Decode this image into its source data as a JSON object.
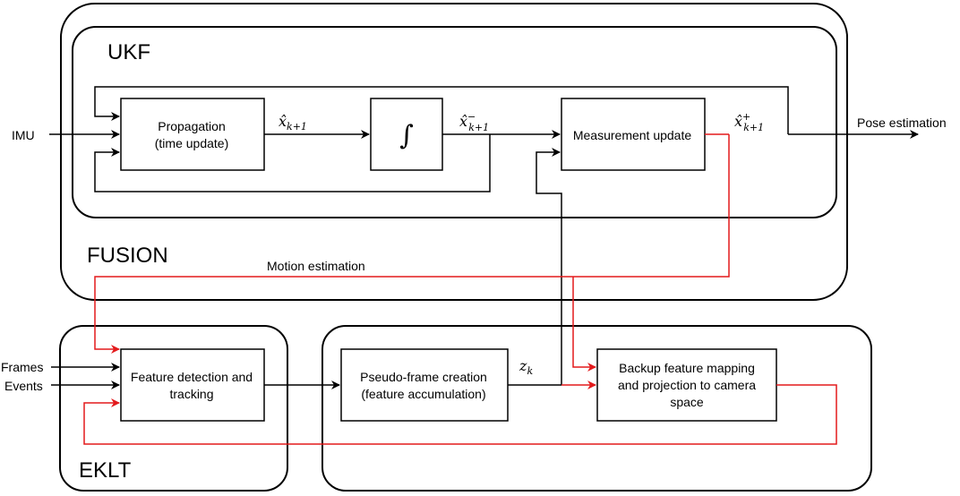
{
  "containers": {
    "fusion": "FUSION",
    "ukf": "UKF",
    "eklt": "EKLT"
  },
  "blocks": {
    "propagation_line1": "Propagation",
    "propagation_line2": "(time update)",
    "integrator": "∫",
    "measurement_update": "Measurement update",
    "feature_detection_line1": "Feature detection and",
    "feature_detection_line2": "tracking",
    "pseudo_frame_line1": "Pseudo-frame creation",
    "pseudo_frame_line2": "(feature accumulation)",
    "backup_line1": "Backup feature mapping",
    "backup_line2": "and projection to camera",
    "backup_line3": "space"
  },
  "signals": {
    "x_hat": "x̂",
    "x_hat_sub": "k+1",
    "x_minus": "x̂",
    "x_minus_sup": "−",
    "x_minus_sub": "k+1",
    "x_plus": "x̂",
    "x_plus_sup": "+",
    "x_plus_sub": "k+1",
    "z": "z",
    "z_sub": "k"
  },
  "io_labels": {
    "imu": "IMU",
    "pose_estimation": "Pose estimation",
    "motion_estimation": "Motion estimation",
    "frames": "Frames",
    "events": "Events"
  },
  "colors": {
    "black_edges": "#000000",
    "red_edges": "#e31a1c"
  }
}
